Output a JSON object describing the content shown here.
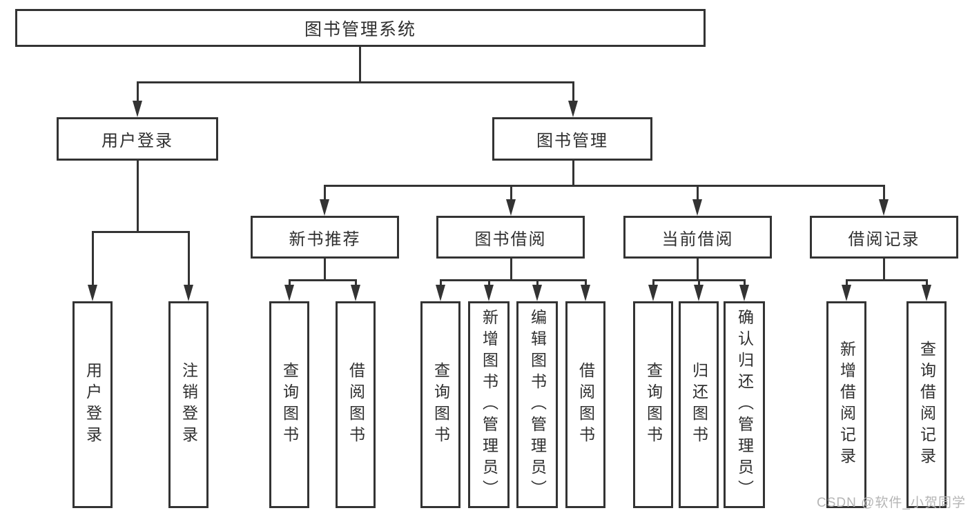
{
  "diagram": {
    "root": "图书管理系统",
    "login": {
      "label": "用户登录",
      "children": [
        "用户登录",
        "注销登录"
      ]
    },
    "management": {
      "label": "图书管理",
      "sections": {
        "recommend": {
          "label": "新书推荐",
          "children": [
            "查询图书",
            "借阅图书"
          ]
        },
        "borrow": {
          "label": "图书借阅",
          "children": [
            "查询图书",
            "新增图书（管理员）",
            "编辑图书（管理员）",
            "借阅图书"
          ]
        },
        "current": {
          "label": "当前借阅",
          "children": [
            "查询图书",
            "归还图书",
            "确认归还（管理员）"
          ]
        },
        "records": {
          "label": "借阅记录",
          "children": [
            "新增借阅记录",
            "查询借阅记录"
          ]
        }
      }
    }
  },
  "watermark": "CSDN @软件_小贺同学",
  "colors": {
    "background": "#ffffff",
    "line": "#333333",
    "text": "#2f2f2f",
    "watermark": "#b5b5b5"
  }
}
